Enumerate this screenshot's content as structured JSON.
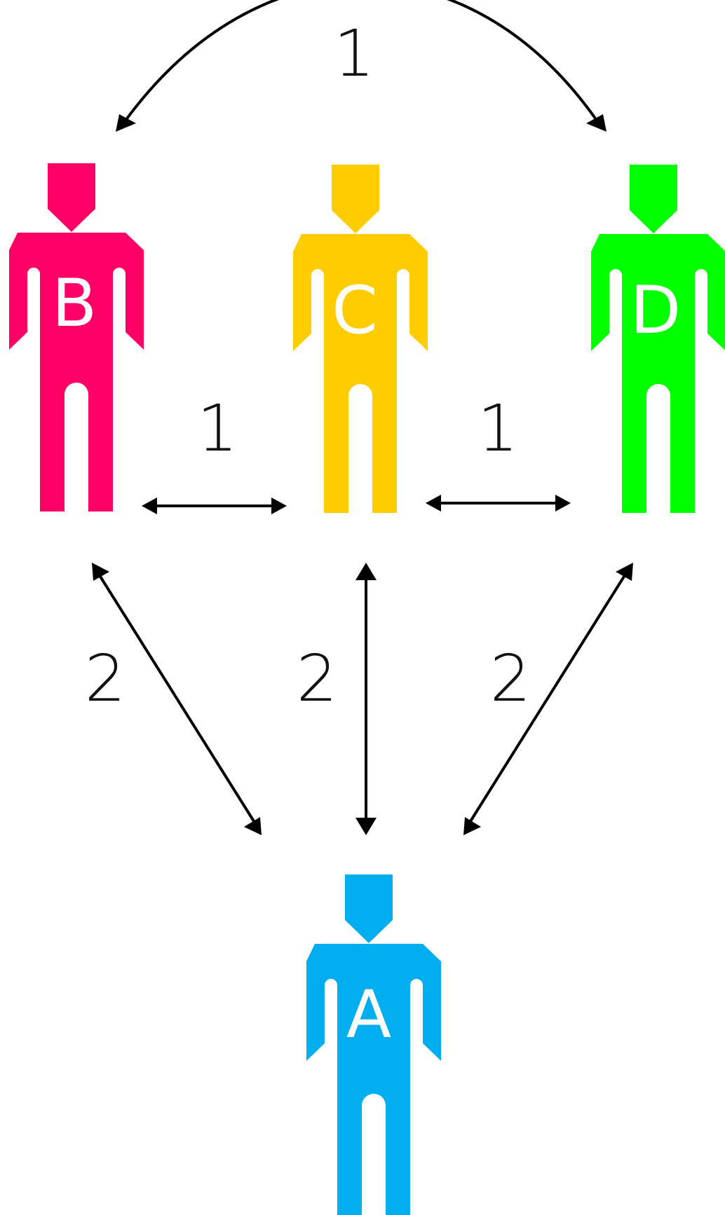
{
  "colors": {
    "person_a": "#00aeef",
    "person_b": "#ff0066",
    "person_c": "#ffcc00",
    "person_d": "#00ff00",
    "arrow": "#000000"
  },
  "persons": {
    "a": {
      "letter": "A"
    },
    "b": {
      "letter": "B"
    },
    "c": {
      "letter": "C"
    },
    "d": {
      "letter": "D"
    }
  },
  "edges": {
    "b_d": {
      "label": "1"
    },
    "b_c": {
      "label": "1"
    },
    "c_d": {
      "label": "1"
    },
    "b_a": {
      "label": "2"
    },
    "c_a": {
      "label": "2"
    },
    "d_a": {
      "label": "2"
    }
  }
}
